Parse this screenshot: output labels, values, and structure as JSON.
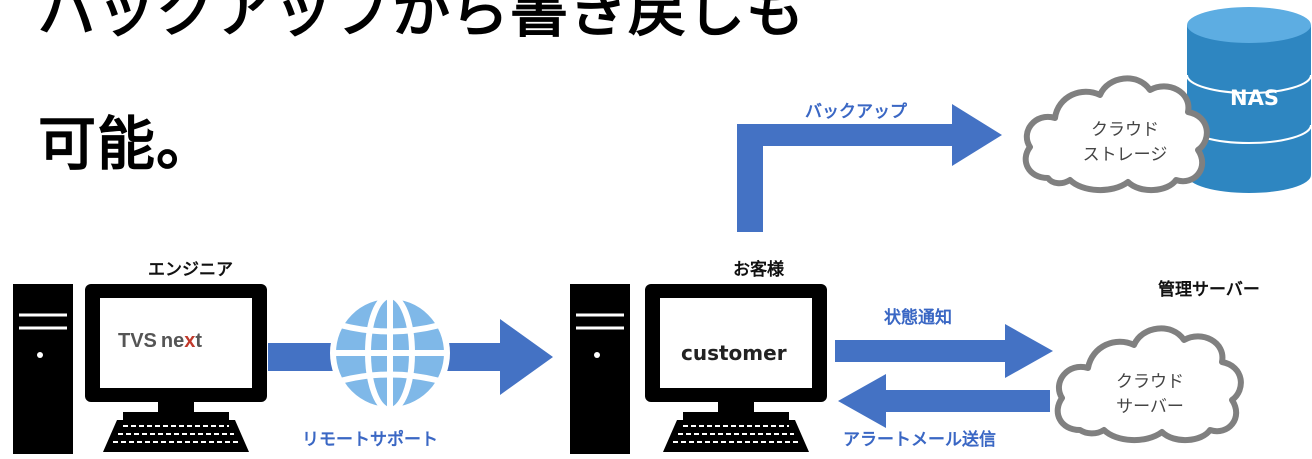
{
  "heading": {
    "line1": "バックアップから書き戻しも",
    "line2": "可能。"
  },
  "labels": {
    "backup": "バックアップ",
    "nas": "NAS",
    "cloud_storage_line1": "クラウド",
    "cloud_storage_line2": "ストレージ",
    "engineer": "エンジニア",
    "customer_title": "お客様",
    "management_server": "管理サーバー",
    "remote_support": "リモートサポート",
    "status_notification": "状態通知",
    "alert_mail": "アラートメール送信",
    "cloud_server_line1": "クラウド",
    "cloud_server_line2": "サーバー",
    "customer_screen": "customer"
  },
  "logo": {
    "text": "TVS next",
    "part1": "TVS",
    "part2": "ne",
    "part3": "x",
    "part4": "t"
  },
  "colors": {
    "arrow_blue": "#4472c4",
    "label_blue": "#3a67c4",
    "logo_red": "#c0392b",
    "nas_blue": "#2e86c1"
  },
  "icons": {
    "globe": "globe-icon",
    "cloud": "cloud-icon",
    "database": "database-icon",
    "computer": "desktop-computer-icon"
  }
}
